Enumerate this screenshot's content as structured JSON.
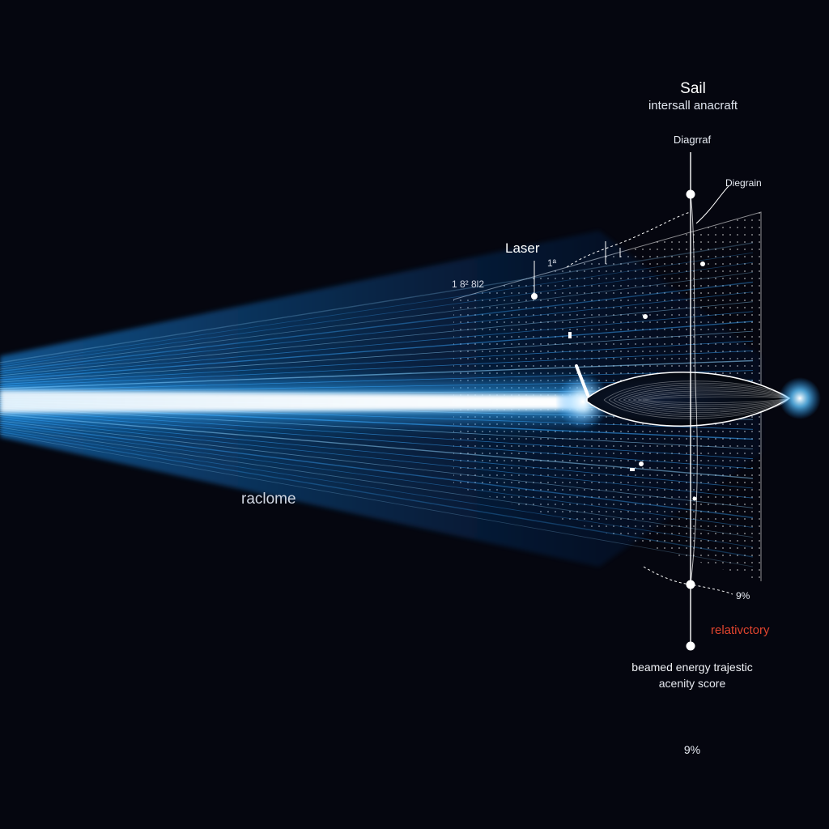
{
  "labels": {
    "title": "Sail",
    "subtitle": "intersall anacraft",
    "diagrarf": "Diagrraf",
    "diegrain": "Diegrain",
    "laser": "Laser",
    "tick_a": "1 8²  8l2",
    "tick_b": "1ª",
    "raclome": "raclome",
    "percent_a": "9%",
    "relativctory": "relativctory",
    "caption_line1": "beamed energy trajestic",
    "caption_line2": "acenity score",
    "percent_b": "9%"
  },
  "colors": {
    "background": "#05060f",
    "beam_core": "#ffffff",
    "beam_glow": "#1e9bff",
    "beam_deep": "#0a3f9e",
    "sail_mesh": "#ffffff",
    "annotation": "#ffffff",
    "accent_red": "#e0442e"
  }
}
